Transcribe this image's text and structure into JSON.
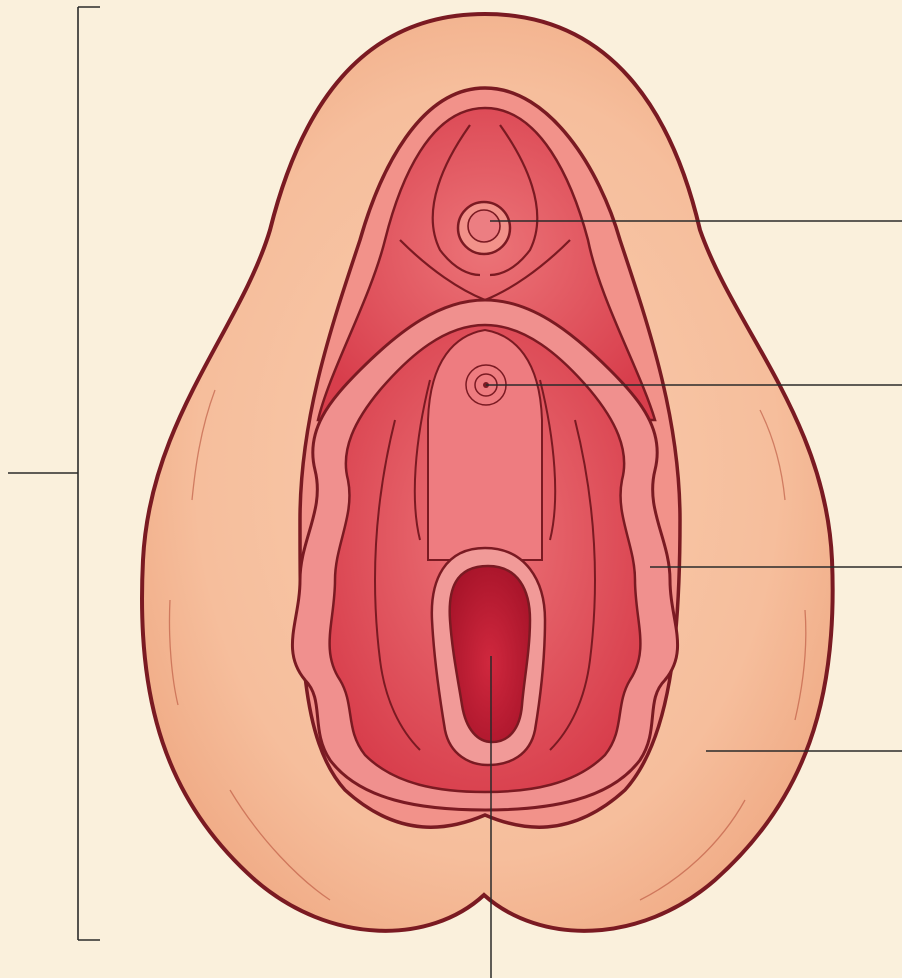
{
  "figure": {
    "background": "#FAF0DC",
    "colors": {
      "outline": "#7A1A22",
      "outer_skin": "#F7C2A0",
      "outer_skin_shade": "#EFA581",
      "labia_majora_fold": "#F2928A",
      "inner_tissue": "#E4505A",
      "inner_tissue_light": "#EE7C80",
      "inner_tissue_deep": "#D23646",
      "opening": "#B8182C",
      "leader_line": "#2A2A2A"
    },
    "leader_lines": [
      {
        "target": "clitoris"
      },
      {
        "target": "urethral-opening"
      },
      {
        "target": "labia-minora"
      },
      {
        "target": "labia-majora"
      },
      {
        "target": "vaginal-opening"
      },
      {
        "target": "vulva-bracket"
      }
    ]
  }
}
